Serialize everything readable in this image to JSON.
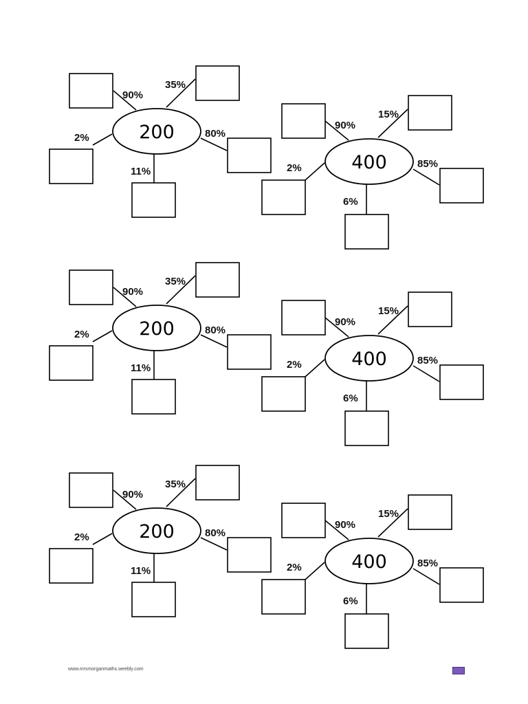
{
  "worksheet": {
    "rows": [
      {
        "left": {
          "center": "200",
          "spokes": [
            "90%",
            "35%",
            "2%",
            "80%",
            "11%"
          ]
        },
        "right": {
          "center": "400",
          "spokes": [
            "90%",
            "15%",
            "2%",
            "85%",
            "6%"
          ]
        }
      },
      {
        "left": {
          "center": "200",
          "spokes": [
            "90%",
            "35%",
            "2%",
            "80%",
            "11%"
          ]
        },
        "right": {
          "center": "400",
          "spokes": [
            "90%",
            "15%",
            "2%",
            "85%",
            "6%"
          ]
        }
      },
      {
        "left": {
          "center": "200",
          "spokes": [
            "90%",
            "35%",
            "2%",
            "80%",
            "11%"
          ]
        },
        "right": {
          "center": "400",
          "spokes": [
            "90%",
            "15%",
            "2%",
            "85%",
            "6%"
          ]
        }
      }
    ]
  },
  "footer": {
    "url": "www.mrsmorganmaths.weebly.com",
    "badge_color": "#7b5bb7"
  }
}
